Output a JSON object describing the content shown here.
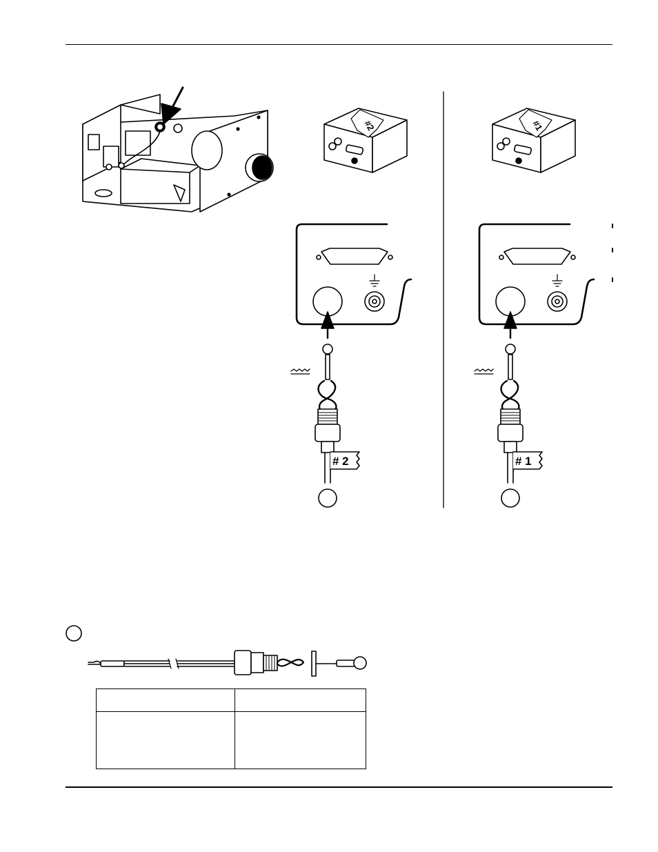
{
  "labels": {
    "left_cable_tag": "# 2",
    "right_cable_tag": "# 1",
    "left_box_tag": "#2",
    "right_box_tag": "#1"
  },
  "table": {
    "headers": [
      "",
      ""
    ],
    "rows": [
      [
        "",
        ""
      ]
    ]
  },
  "colors": {
    "line": "#000000",
    "paper": "#ffffff"
  }
}
